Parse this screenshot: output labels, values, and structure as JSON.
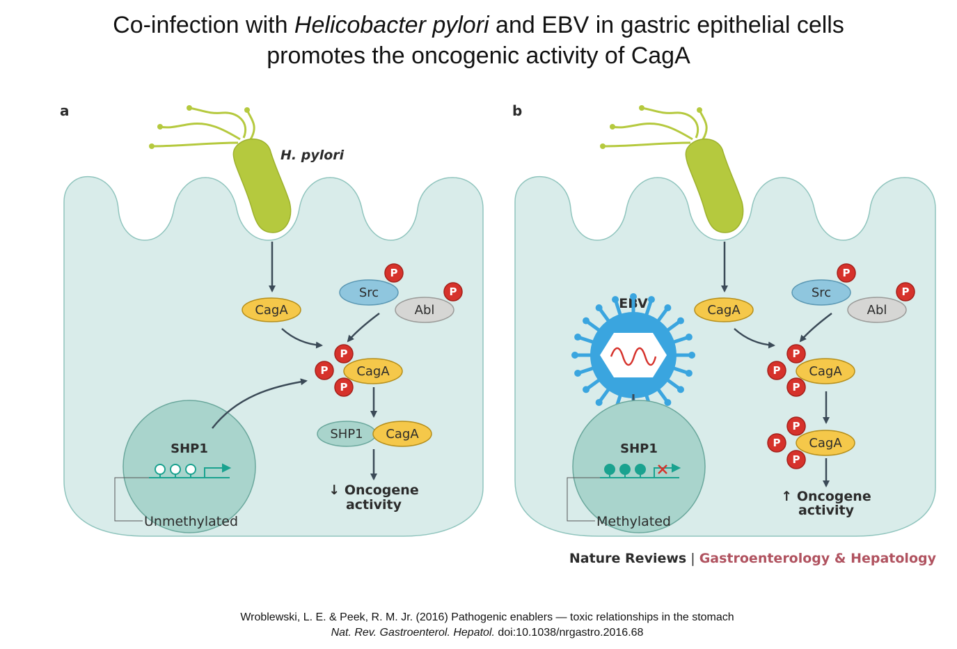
{
  "title": {
    "line1_pre": "Co-infection with ",
    "line1_italic": "Helicobacter pylori",
    "line1_post": " and EBV in gastric epithelial cells",
    "line2": "promotes the oncogenic activity of CagA"
  },
  "panel_a": {
    "letter": "a",
    "bacterium": "H. pylori",
    "cagA": "CagA",
    "src": "Src",
    "abl": "Abl",
    "p": "P",
    "cagA_complex": "CagA",
    "shp1_small": "SHP1",
    "cagA_bound": "CagA",
    "nucleus_label": "SHP1",
    "methylation_label": "Unmethylated",
    "outcome_line1": "↓ Oncogene",
    "outcome_line2": "activity"
  },
  "panel_b": {
    "letter": "b",
    "virus": "EBV",
    "cagA": "CagA",
    "src": "Src",
    "abl": "Abl",
    "p": "P",
    "cagA_complex": "CagA",
    "cagA_complex2": "CagA",
    "nucleus_label": "SHP1",
    "methylation_label": "Methylated",
    "outcome_line1": "↑ Oncogene",
    "outcome_line2": "activity"
  },
  "credit": {
    "journal": "Nature Reviews",
    "separator": " | ",
    "section": "Gastroenterology & Hepatology"
  },
  "citation": {
    "line1": "Wroblewski, L. E. & Peek, R. M. Jr. (2016) Pathogenic enablers — toxic relationships in the stomach",
    "line2_italic": "Nat. Rev. Gastroenterol. Hepatol.",
    "line2_rest": " doi:10.1038/nrgastro.2016.68"
  },
  "colors": {
    "cell_fill": "#d9ecea",
    "cell_stroke": "#8fc4bd",
    "bacterium": "#b5c93e",
    "cagA": "#f5c84a",
    "src": "#8fc6de",
    "abl": "#d6d6d4",
    "phospho": "#d6322b",
    "nucleus": "#a9d4cc",
    "dna": "#1aa28f",
    "virus": "#3aa5df",
    "arrow": "#3b4a57",
    "journal_accent": "#b0525f"
  }
}
